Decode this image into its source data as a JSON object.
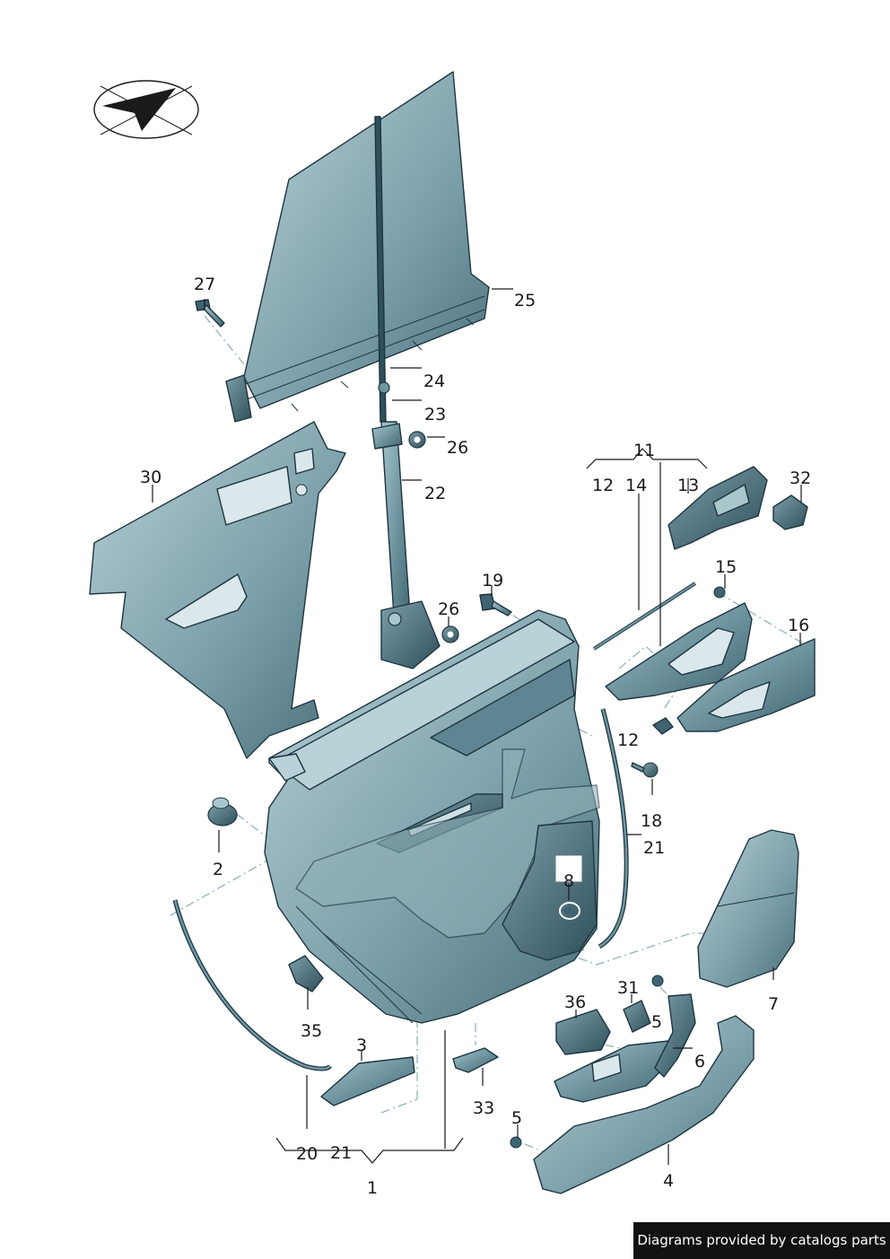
{
  "credit": "Diagrams provided by catalogs parts",
  "colors": {
    "part_fill": "#6f95a0",
    "part_light": "#a9c6cd",
    "part_dark": "#3f6470",
    "leader": "#1a1a1a",
    "dash": "#8fb4bf"
  },
  "labels": {
    "l1": "1",
    "l2": "2",
    "l3": "3",
    "l4": "4",
    "l5a": "5",
    "l5b": "5",
    "l6": "6",
    "l7": "7",
    "l8": "8",
    "l11": "11",
    "l12a": "12",
    "l12b": "12",
    "l13": "13",
    "l14": "14",
    "l15": "15",
    "l16": "16",
    "l18": "18",
    "l19": "19",
    "l20": "20",
    "l21a": "21",
    "l21b": "21",
    "l22": "22",
    "l23": "23",
    "l24": "24",
    "l25": "25",
    "l26a": "26",
    "l26b": "26",
    "l27": "27",
    "l30": "30",
    "l31": "31",
    "l32": "32",
    "l33": "33",
    "l35": "35",
    "l36": "36"
  }
}
